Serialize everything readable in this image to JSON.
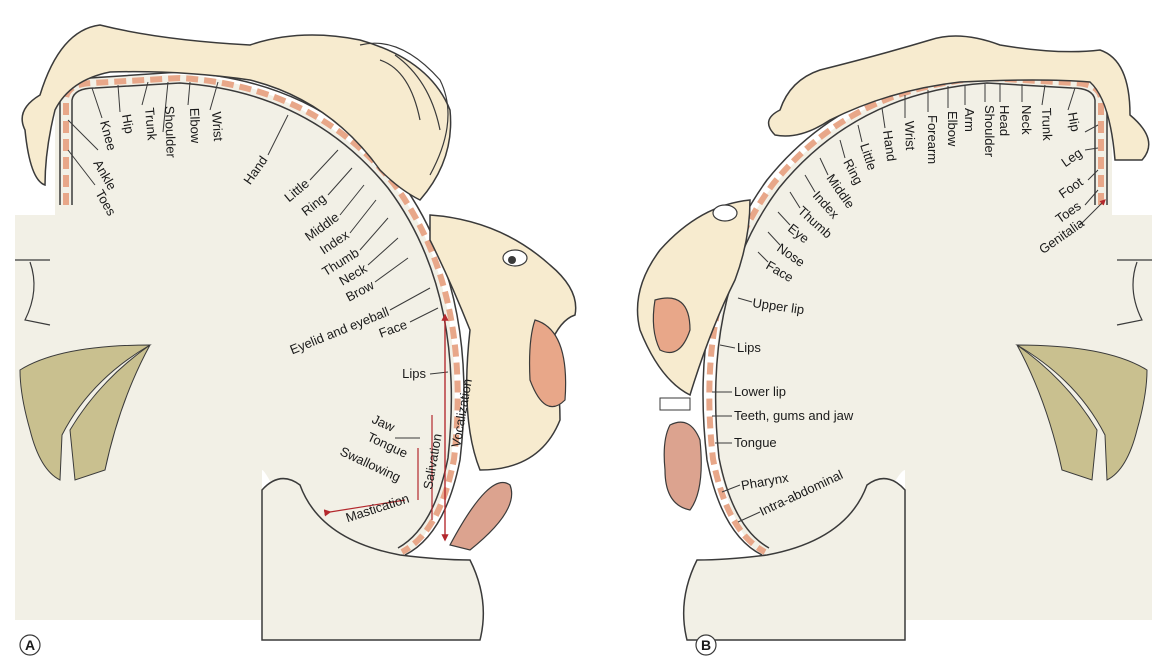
{
  "colors": {
    "brain_fill": "#f2f0e6",
    "figure_fill": "#f7ebcf",
    "stroke": "#3a3a3a",
    "cortex_band": "#e8a789",
    "ventricle": "#c9c08f",
    "arrow": "#b3282d"
  },
  "panel_a": {
    "letter": "A",
    "title": "Motor homunculus",
    "labels": [
      "Toes",
      "Ankle",
      "Knee",
      "Hip",
      "Trunk",
      "Shoulder",
      "Elbow",
      "Wrist",
      "Hand",
      "Little",
      "Ring",
      "Middle",
      "Index",
      "Thumb",
      "Neck",
      "Brow",
      "Eyelid and eyeball",
      "Face",
      "Lips",
      "Jaw",
      "Tongue",
      "Swallowing",
      "Mastication",
      "Salivation",
      "Vocalization"
    ]
  },
  "panel_b": {
    "letter": "B",
    "title": "Sensory homunculus",
    "labels": [
      "Genitalia",
      "Toes",
      "Foot",
      "Leg",
      "Hip",
      "Trunk",
      "Neck",
      "Head",
      "Shoulder",
      "Arm",
      "Elbow",
      "Forearm",
      "Wrist",
      "Hand",
      "Little",
      "Ring",
      "Middle",
      "Index",
      "Thumb",
      "Eye",
      "Nose",
      "Face",
      "Upper lip",
      "Lips",
      "Lower lip",
      "Teeth, gums and jaw",
      "Tongue",
      "Pharynx",
      "Intra-abdominal"
    ]
  }
}
